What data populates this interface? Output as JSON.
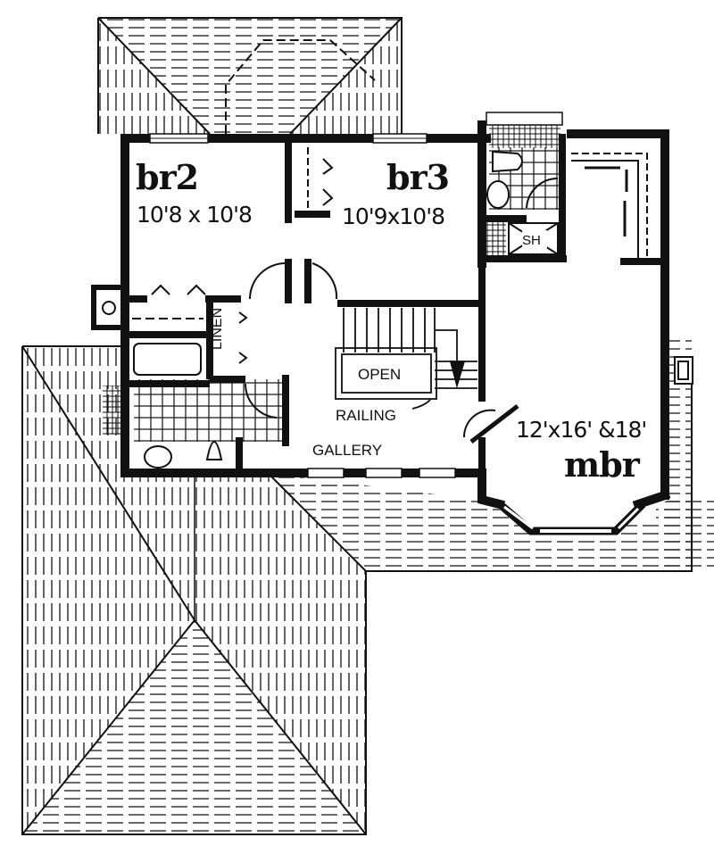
{
  "plan": {
    "rooms": {
      "br2": {
        "name": "br2",
        "size": "10'8 x 10'8"
      },
      "br3": {
        "name": "br3",
        "size": "10'9x10'8"
      },
      "mbr": {
        "name": "mbr",
        "size": "12'x16' &18'"
      }
    },
    "labels": {
      "linen": "LINEN",
      "open": "OPEN",
      "railing": "RAILING",
      "gallery": "GALLERY",
      "shower": "SH"
    },
    "colors": {
      "ink": "#111111",
      "paper": "#ffffff"
    }
  }
}
